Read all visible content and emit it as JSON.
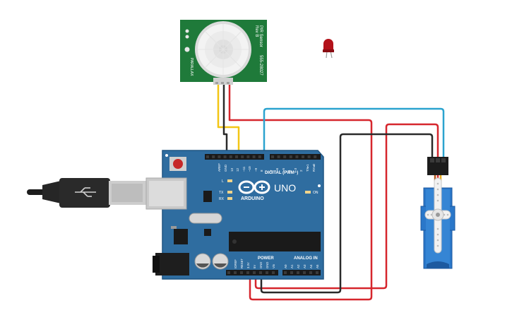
{
  "board": {
    "name": "UNO",
    "brand": "ARDUINO",
    "digital_label": "DIGITAL (PWM~)",
    "power_label": "POWER",
    "analog_label": "ANALOG IN",
    "on_label": "ON",
    "led_l": "L",
    "led_tx": "TX",
    "led_rx": "RX",
    "aref": "AREF",
    "gnd": "GND",
    "digital_pins": [
      "13",
      "12",
      "~11",
      "~10",
      "~9",
      "8",
      "7",
      "~6",
      "~5",
      "4",
      "~3",
      "2",
      "TX▸1",
      "RX◂0"
    ],
    "power_pins": [
      "IOREF",
      "RESET",
      "3.3V",
      "5V",
      "GND",
      "GND",
      "Vin"
    ],
    "analog_pins": [
      "A0",
      "A1",
      "A2",
      "A3",
      "A4",
      "A5"
    ]
  },
  "pir": {
    "title": "PIR Sensor",
    "rev": "Rev B",
    "part": "555-28027",
    "brand": "PARALLAX"
  },
  "colors": {
    "board": "#2f6da0",
    "board_edge": "#1f5582",
    "pir_pcb": "#1f7a3a",
    "wire_red": "#d6262d",
    "wire_black": "#2a2a2a",
    "wire_yellow": "#f3c615",
    "wire_blue": "#2ba3cf",
    "servo": "#2a77c9",
    "led": "#b3121a"
  }
}
